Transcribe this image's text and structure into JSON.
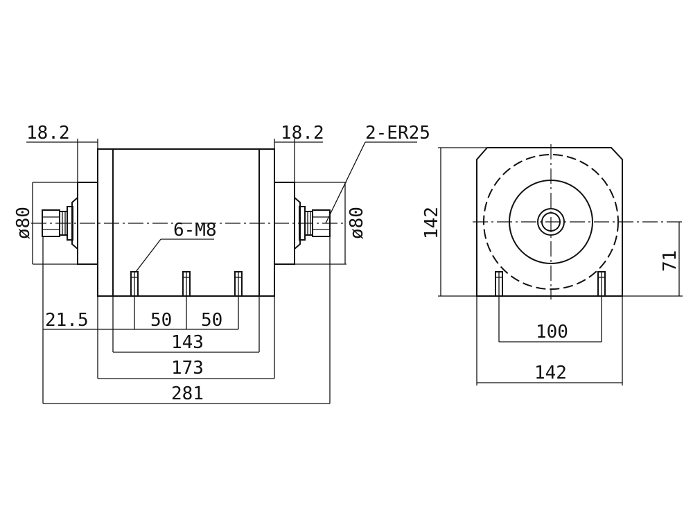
{
  "drawing": {
    "side_view": {
      "flange_left_thickness": "18.2",
      "flange_right_thickness": "18.2",
      "thread_callout": "2-ER25",
      "shaft_diameter_left": "ø80",
      "shaft_diameter_right": "ø80",
      "mount_holes": "6-M8",
      "edge_to_first_hole": "21.5",
      "hole_pitch_1": "50",
      "hole_pitch_2": "50",
      "body_length": "143",
      "flange_span": "173",
      "overall_length": "281"
    },
    "end_view": {
      "height": "142",
      "center_height": "71",
      "hole_spacing": "100",
      "width": "142"
    }
  }
}
